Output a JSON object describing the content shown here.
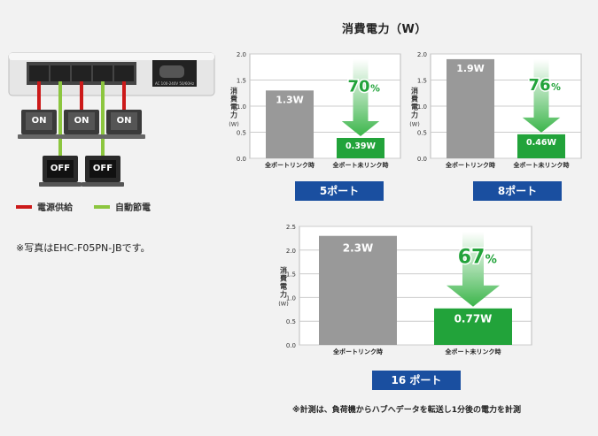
{
  "header": {
    "title": "消費電力（W）"
  },
  "device": {
    "laptops_on": [
      "ON",
      "ON",
      "ON"
    ],
    "laptops_off": [
      "OFF",
      "OFF"
    ],
    "legend": [
      {
        "label": "電源供給",
        "color": "#cc1a1a"
      },
      {
        "label": "自動節電",
        "color": "#8cc63f"
      }
    ],
    "note": "※写真はEHC-F05PN-JBです。"
  },
  "footnote": "※計測は、負荷機からハブへデータを転送し1分後の電力を計測",
  "chart_data": [
    {
      "type": "bar",
      "port_label": "5ポート",
      "categories": [
        "全ポートリンク時",
        "全ポート未リンク時"
      ],
      "values": [
        1.3,
        0.39
      ],
      "value_labels": [
        "1.3W",
        "0.39W"
      ],
      "reduction_label": "70",
      "percent_sign": "%",
      "ylabel": "消費電力(W)",
      "ylim": [
        0,
        2.0
      ],
      "ticks": [
        "0.0",
        "0.5",
        "1.0",
        "1.5",
        "2.0"
      ],
      "bar_colors": [
        "#999999",
        "#22a33a"
      ]
    },
    {
      "type": "bar",
      "port_label": "8ポート",
      "categories": [
        "全ポートリンク時",
        "全ポート未リンク時"
      ],
      "values": [
        1.9,
        0.46
      ],
      "value_labels": [
        "1.9W",
        "0.46W"
      ],
      "reduction_label": "76",
      "percent_sign": "%",
      "ylabel": "消費電力(W)",
      "ylim": [
        0,
        2.0
      ],
      "ticks": [
        "0.0",
        "0.5",
        "1.0",
        "1.5",
        "2.0"
      ],
      "bar_colors": [
        "#999999",
        "#22a33a"
      ]
    },
    {
      "type": "bar",
      "port_label": "16 ポート",
      "categories": [
        "全ポートリンク時",
        "全ポート未リンク時"
      ],
      "values": [
        2.3,
        0.77
      ],
      "value_labels": [
        "2.3W",
        "0.77W"
      ],
      "reduction_label": "67",
      "percent_sign": "%",
      "ylabel": "消費電力(W)",
      "ylim": [
        0,
        2.5
      ],
      "ticks": [
        "0.0",
        "0.5",
        "1.0",
        "1.5",
        "2.0",
        "2.5"
      ],
      "bar_colors": [
        "#999999",
        "#22a33a"
      ]
    }
  ]
}
